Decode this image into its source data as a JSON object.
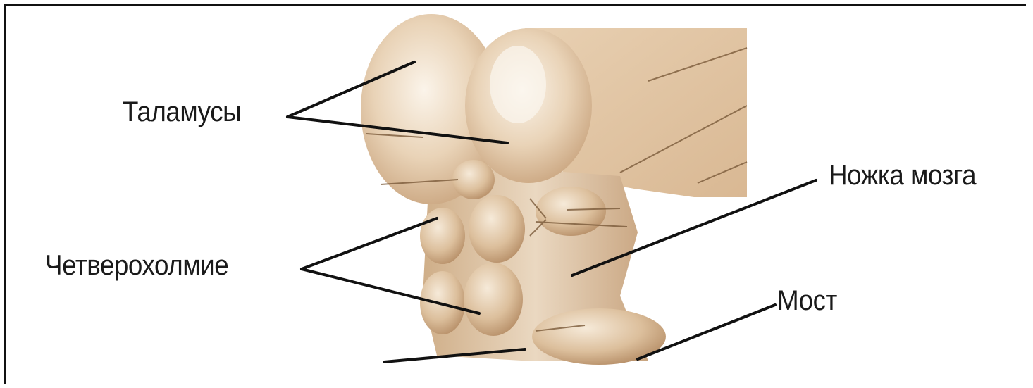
{
  "labels": {
    "thalami": "Таламусы",
    "quadrigemina": "Четверохолмие",
    "cerebral_peduncle": "Ножка мозга",
    "pons": "Мост"
  },
  "colors": {
    "tissue_light": "#f3e6d4",
    "tissue_mid": "#e0c6a6",
    "tissue_dark": "#c9a47e",
    "leader_line": "#111111"
  }
}
